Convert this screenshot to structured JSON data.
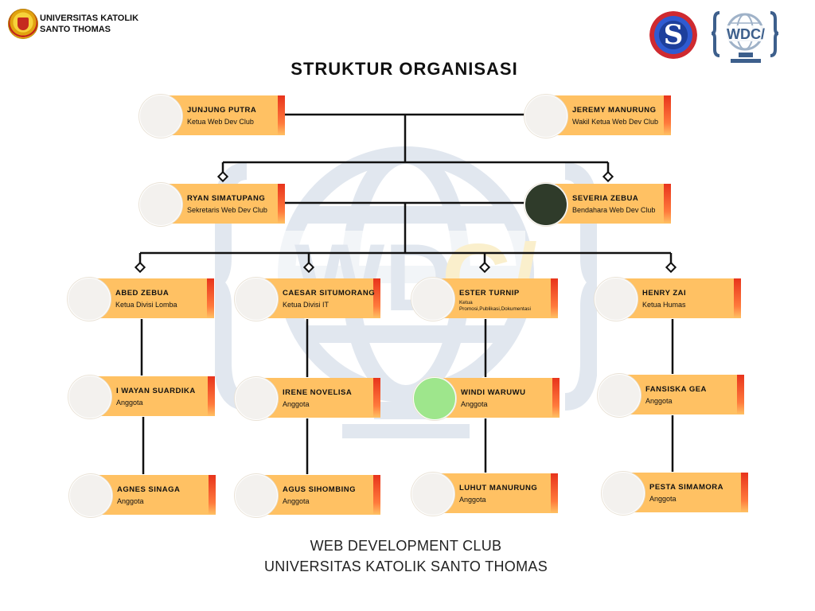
{
  "header": {
    "university_name_line1": "UNIVERSITAS KATOLIK",
    "university_name_line2": "SANTO THOMAS",
    "title": "STRUKTUR ORGANISASI"
  },
  "colors": {
    "card": "#ffc163",
    "card_accent": "#e8341c",
    "line": "#111111",
    "watermark": "#c9d4e2"
  },
  "members": {
    "junjung": {
      "name": "JUNJUNG PUTRA",
      "role": "Ketua Web Dev Club"
    },
    "jeremy": {
      "name": "JEREMY MANURUNG",
      "role": "Wakil Ketua Web Dev Club"
    },
    "ryan": {
      "name": "RYAN SIMATUPANG",
      "role": "Sekretaris Web Dev Club"
    },
    "severia": {
      "name": "SEVERIA ZEBUA",
      "role": "Bendahara Web Dev Club"
    },
    "abed": {
      "name": "ABED ZEBUA",
      "role": "Ketua Divisi Lomba"
    },
    "caesar": {
      "name": "CAESAR SITUMORANG",
      "role": "Ketua Divisi IT"
    },
    "ester": {
      "name": "ESTER TURNIP",
      "role_line1": "Ketua",
      "role_line2": "Promosi,Publikasi,Dokumentasi"
    },
    "henry": {
      "name": "HENRY ZAI",
      "role": "Ketua Humas"
    },
    "wayan": {
      "name": "I WAYAN SUARDIKA",
      "role": "Anggota"
    },
    "irene": {
      "name": "IRENE NOVELISA",
      "role": "Anggota"
    },
    "windi": {
      "name": "WINDI WARUWU",
      "role": "Anggota"
    },
    "fansiska": {
      "name": "FANSISKA GEA",
      "role": "Anggota"
    },
    "agnes": {
      "name": "AGNES SINAGA",
      "role": "Anggota"
    },
    "agus": {
      "name": "AGUS SIHOMBING",
      "role": "Anggota"
    },
    "luhut": {
      "name": "LUHUT MANURUNG",
      "role": "Anggota"
    },
    "pesta": {
      "name": "PESTA SIMAMORA",
      "role": "Anggota"
    }
  },
  "footer": {
    "line1": "WEB DEVELOPMENT CLUB",
    "line2": "UNIVERSITAS KATOLIK SANTO THOMAS"
  },
  "logos": {
    "university": "university-crest",
    "partner": "s-circle-emblem",
    "club": "wdc-logo",
    "club_text": "WDC/"
  }
}
